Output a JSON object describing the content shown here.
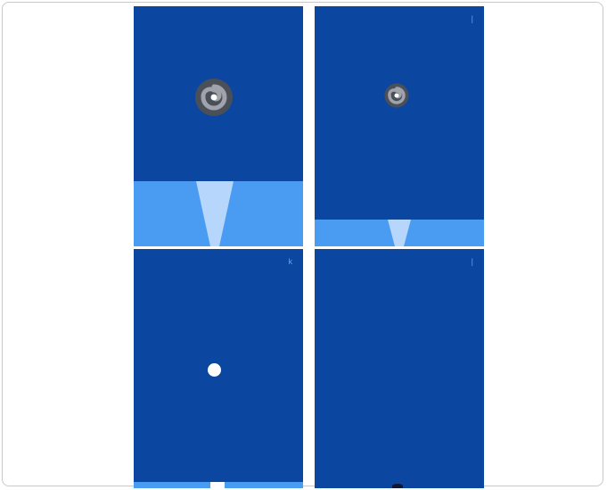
{
  "colors": {
    "panel_bg": "#0b47a0",
    "ground_band": "#4a9cf3",
    "light_beam": "#b7d6fb",
    "spiral_outer": "#4b4f58",
    "spiral_inner": "#9ea3ac",
    "ball": "#ffffff",
    "corner_mark": "#6aa2ee"
  },
  "panels": [
    {
      "id": "top-left",
      "corner_mark": "",
      "objects": [
        "spiral-icon",
        "ground-band",
        "light-beam"
      ]
    },
    {
      "id": "top-right",
      "corner_mark": "|",
      "objects": [
        "spiral-icon",
        "ground-band",
        "light-beam"
      ]
    },
    {
      "id": "bottom-left",
      "corner_mark": "k",
      "objects": [
        "ball-icon",
        "ground-band",
        "light-beam"
      ]
    },
    {
      "id": "bottom-right",
      "corner_mark": "|",
      "objects": [
        "dot-icon"
      ]
    }
  ]
}
